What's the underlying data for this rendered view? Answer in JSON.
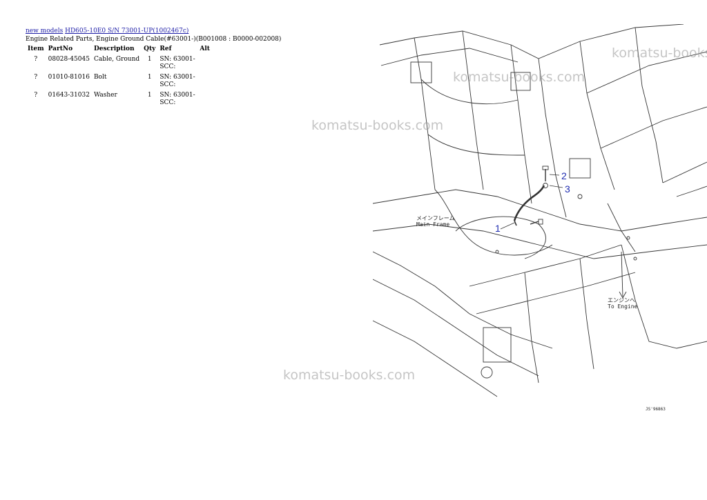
{
  "breadcrumb": {
    "link1": "new models",
    "link2": "HD605-10E0 S/N 73001-UP(1002467c)"
  },
  "title": "Engine Related Parts, Engine Ground Cable(#63001-)(B001008 : B0000-002008)",
  "table": {
    "headers": [
      "Item",
      "PartNo",
      "Description",
      "Qty",
      "Ref",
      "Alt"
    ],
    "rows": [
      {
        "item": "?",
        "partno": "08028-45045",
        "description": "Cable, Ground",
        "qty": "1",
        "ref": "SN: 63001-SCC:",
        "alt": ""
      },
      {
        "item": "?",
        "partno": "01010-81016",
        "description": "Bolt",
        "qty": "1",
        "ref": "SN: 63001-SCC:",
        "alt": ""
      },
      {
        "item": "?",
        "partno": "01643-31032",
        "description": "Washer",
        "qty": "1",
        "ref": "SN: 63001-SCC:",
        "alt": ""
      }
    ]
  },
  "diagram": {
    "label_main_jp": "メインフレーム",
    "label_main_en": "Main Frame",
    "label_engine_jp": "エンジンへ",
    "label_engine_en": "To Engine",
    "callouts": [
      "1",
      "2",
      "3"
    ],
    "figure_code": "JS'96863",
    "callout_color": "#1e2bb0"
  },
  "watermarks": [
    "komatsu-books.com",
    "komatsu-books.com",
    "komatsu-books.com",
    "komatsu-books.com"
  ]
}
